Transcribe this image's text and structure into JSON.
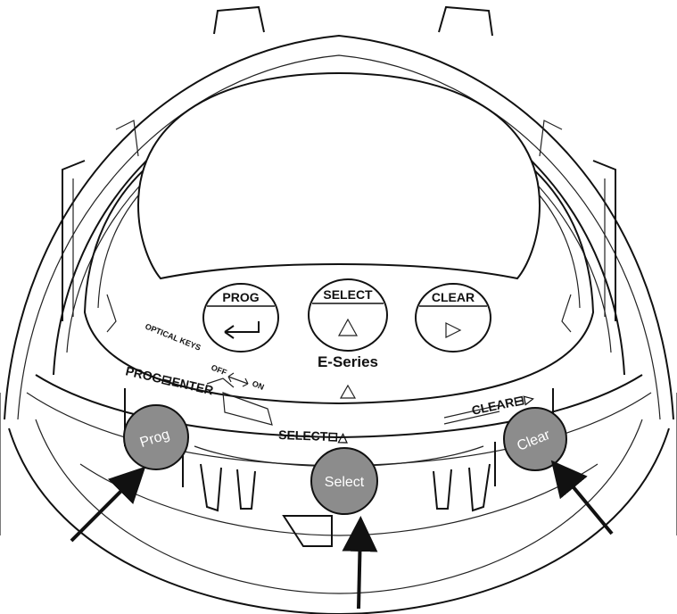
{
  "faceplate": {
    "prog_label": "PROG",
    "select_label": "SELECT",
    "clear_label": "CLEAR",
    "series_label": "E-Series",
    "optical_keys_label": "OPTICAL KEYS",
    "off_label": "OFF",
    "on_label": "ON"
  },
  "housing": {
    "prog_enter_label": "PROG⊟ENTER",
    "select_label": "SELECT⊟△",
    "clear_label": "CLEAR⊟▷"
  },
  "buttons": {
    "prog": "Prog",
    "select": "Select",
    "clear": "Clear"
  },
  "colors": {
    "button_fill": "#8c8c8c",
    "line": "#111111"
  }
}
